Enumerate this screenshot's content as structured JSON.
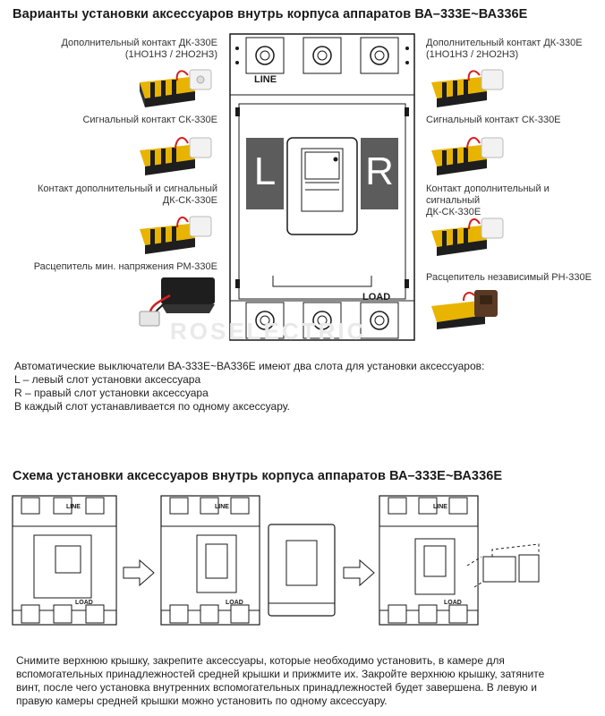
{
  "section1": {
    "title": "Варианты установки аксессуаров внутрь корпуса аппаратов ВА–333Е~ВА336Е",
    "left_items": [
      {
        "name": "Дополнительный контакт ДК-330Е",
        "sub": "(1НО1НЗ / 2НО2НЗ)"
      },
      {
        "name": "Сигнальный контакт СК-330Е",
        "sub": ""
      },
      {
        "name": "Контакт дополнительный и сигнальный",
        "sub": "ДК-СК-330Е"
      },
      {
        "name": "Расцепитель мин. напряжения РМ-330Е",
        "sub": ""
      }
    ],
    "right_items": [
      {
        "name": "Дополнительный контакт ДК-330Е",
        "sub": "(1НО1НЗ / 2НО2НЗ)"
      },
      {
        "name": "Сигнальный контакт СК-330Е",
        "sub": ""
      },
      {
        "name": "Контакт дополнительный и сигнальный",
        "sub": "ДК-СК-330Е"
      },
      {
        "name": "Расцепитель независимый РН-330Е",
        "sub": ""
      }
    ],
    "breaker": {
      "line": "LINE",
      "load": "LOAD",
      "left_slot": "L",
      "right_slot": "R"
    },
    "watermark": "ROSELECTRIC",
    "desc": [
      "Автоматические выключатели ВА-333Е~ВА336Е имеют два слота для установки аксессуаров:",
      "L – левый слот установки аксессуара",
      "R – правый слот установки аксессуара",
      "В каждый слот устанавливается по одному аксессуару."
    ]
  },
  "section2": {
    "title": "Схема установки аксессуаров внутрь корпуса аппаратов ВА–333Е~ВА336Е",
    "line": "LINE",
    "load": "LOAD",
    "desc": [
      "Снимите верхнюю крышку, закрепите аксессуары, которые необходимо установить, в камере для",
      "вспомогательных принадлежностей средней крышки и прижмите их. Закройте верхнюю крышку, затяните",
      "винт, после чего установка внутренних вспомогательных принадлежностей будет завершена. В левую и",
      "правую камеры средней крышки можно установить по одному аксессуару."
    ]
  },
  "colors": {
    "slot_fill": "#5c5c5c",
    "accent_yellow": "#e8b400",
    "wire_red": "#d31f1f",
    "dark_body": "#1e1e1e"
  }
}
